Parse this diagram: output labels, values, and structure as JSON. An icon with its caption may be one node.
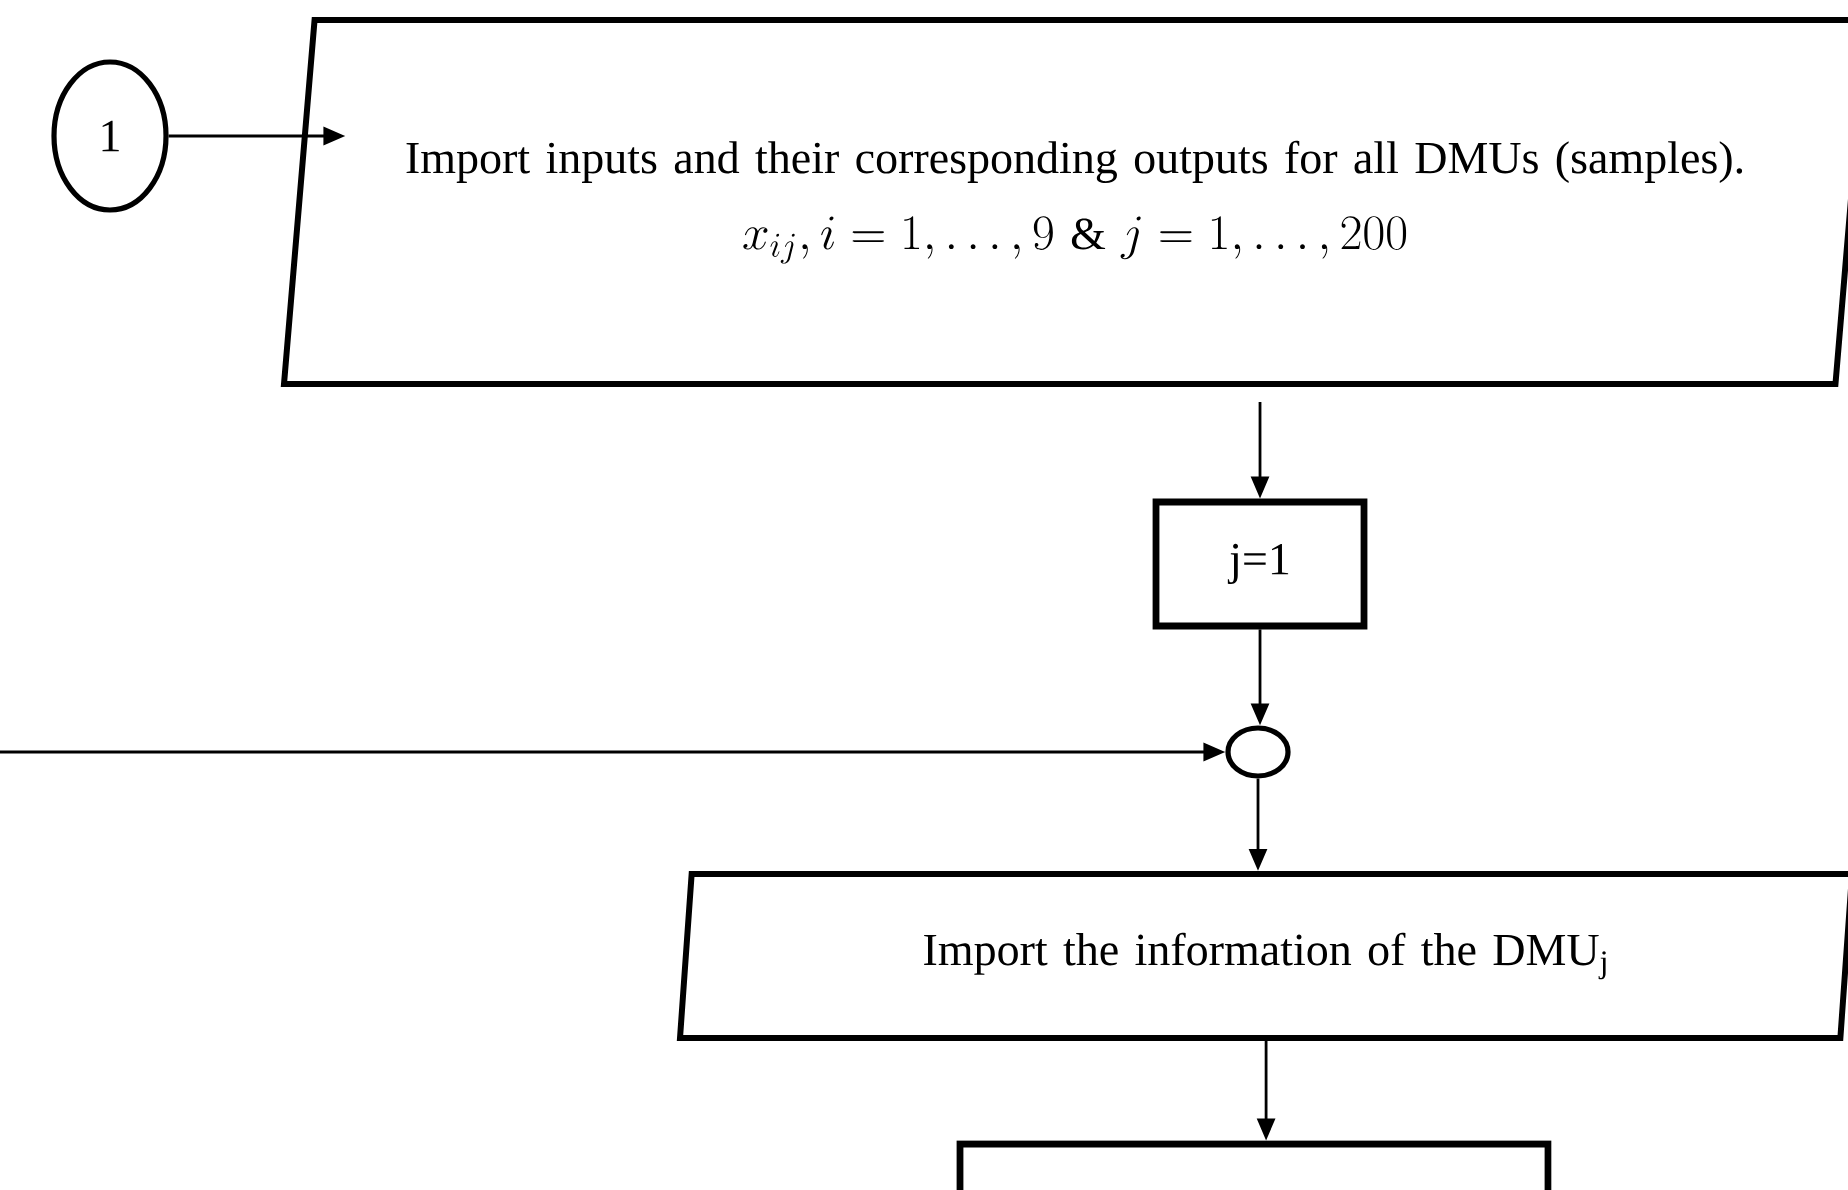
{
  "diagram": {
    "nodes": [
      {
        "text": [
          "1"
        ]
      },
      {
        "text": [
          "Import inputs and their corresponding outputs for all DMUs (samples).",
          "x_{ij},i=1,\\ldots,9\\ \\&\\ j=1,\\ldots,200"
        ]
      },
      {
        "text": [
          "j=1"
        ]
      },
      {
        "text": [],
        "shape": "circle"
      },
      {
        "text": [
          "Import the information of the DMU$_{j}$"
        ]
      },
      {
        "text": [],
        "shape": "box"
      }
    ],
    "edges": [
      {
        "from": 0,
        "to": 1,
        "arrow": "to"
      },
      {
        "from": 1,
        "to": 2,
        "arrow": "to"
      },
      {
        "from": 2,
        "to": 3,
        "arrow": "to"
      },
      {
        "from": null,
        "to": 3,
        "arrow": "to"
      },
      {
        "from": 3,
        "to": 4,
        "arrow": "to"
      },
      {
        "from": 4,
        "to": 5,
        "arrow": "to"
      }
    ]
  }
}
